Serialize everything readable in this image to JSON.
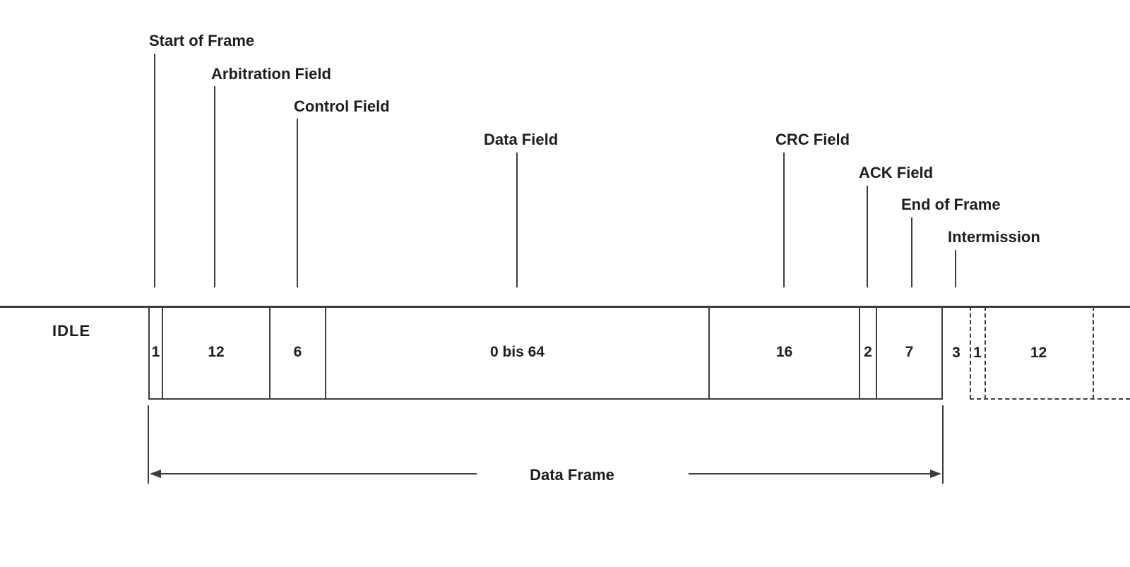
{
  "colors": {
    "background": "#ffffff",
    "line": "#3d3d3d",
    "text": "#1e1e1e"
  },
  "idle": {
    "label": "IDLE"
  },
  "pointer_labels": [
    {
      "text": "Start of Frame"
    },
    {
      "text": "Arbitration Field"
    },
    {
      "text": "Control Field"
    },
    {
      "text": "Data Field"
    },
    {
      "text": "CRC Field"
    },
    {
      "text": "ACK Field"
    },
    {
      "text": "End of Frame"
    },
    {
      "text": "Intermission"
    }
  ],
  "frame_fields": [
    {
      "bits": "1"
    },
    {
      "bits": "12"
    },
    {
      "bits": "6"
    },
    {
      "bits": "0 bis 64"
    },
    {
      "bits": "16"
    },
    {
      "bits": "2"
    },
    {
      "bits": "7"
    }
  ],
  "intermission_bits": "3",
  "next_frame_fields": [
    {
      "bits": "1"
    },
    {
      "bits": "12"
    }
  ],
  "span": {
    "label": "Data Frame"
  }
}
